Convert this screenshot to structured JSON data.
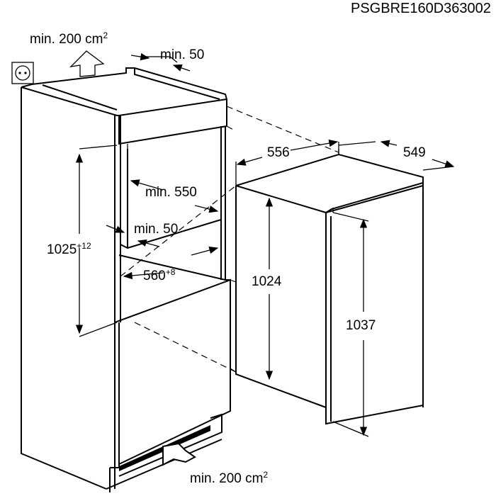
{
  "code": "PSGBRE160D363002",
  "labels": {
    "top_vent": {
      "text": "min. 200 cm",
      "sup": "2"
    },
    "top_gap": {
      "text": "min. 50"
    },
    "niche_depth": {
      "text": "min. 550"
    },
    "side_gap": {
      "text": "min. 50"
    },
    "niche_height": {
      "text": "1025",
      "sup": "+12"
    },
    "niche_width": {
      "text": "560",
      "sup": "+8"
    },
    "bottom_vent": {
      "text": "min. 200 cm",
      "sup": "2"
    },
    "appliance_width": {
      "text": "556"
    },
    "appliance_depth": {
      "text": "549"
    },
    "appliance_height": {
      "text": "1024"
    },
    "door_height": {
      "text": "1037"
    }
  },
  "icons": [
    "power-socket-icon",
    "airflow-arrow-up-icon",
    "airflow-arrow-in-icon"
  ]
}
